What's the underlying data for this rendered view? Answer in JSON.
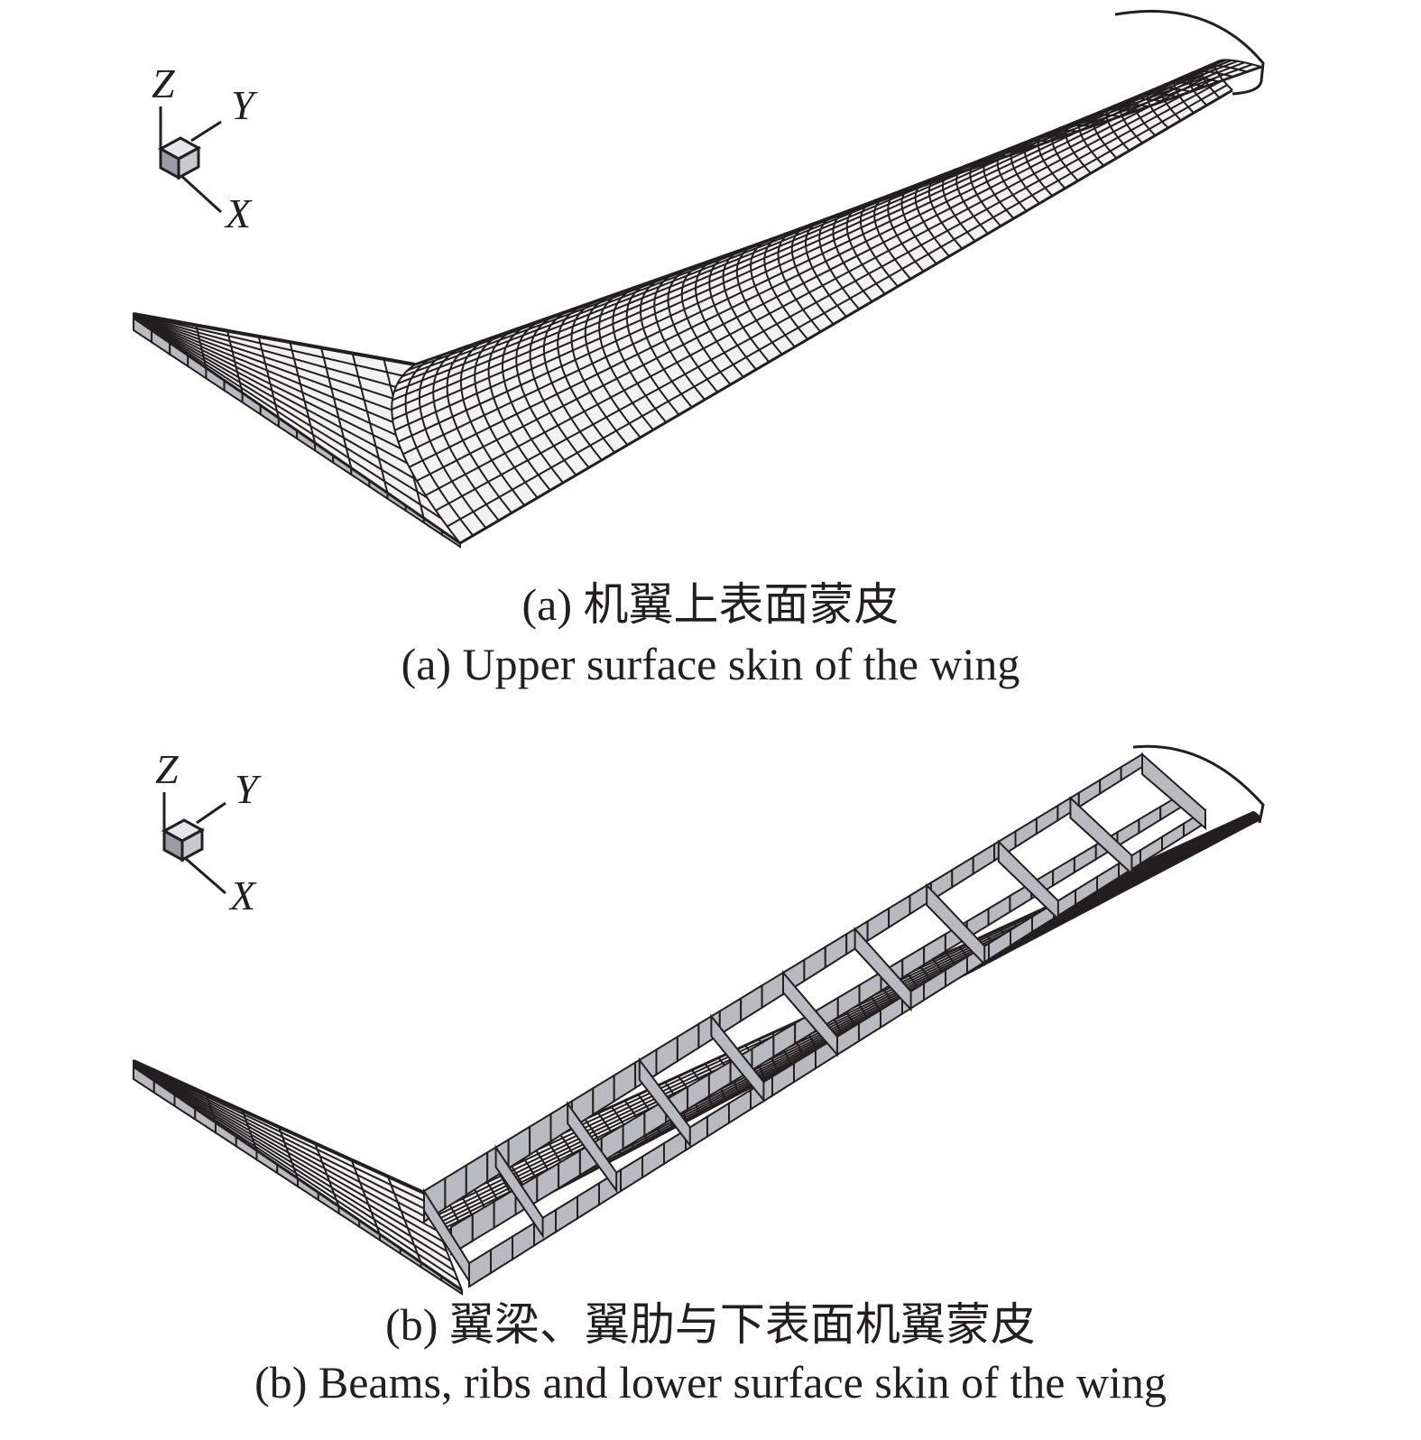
{
  "panels": [
    {
      "id": "a",
      "axes": {
        "z": "Z",
        "y": "Y",
        "x": "X"
      },
      "caption_cn": "(a) 机翼上表面蒙皮",
      "caption_en": "(a) Upper surface skin of the wing"
    },
    {
      "id": "b",
      "axes": {
        "z": "Z",
        "y": "Y",
        "x": "X"
      },
      "caption_cn": "(b) 翼梁、翼肋与下表面机翼蒙皮",
      "caption_en": "(b) Beams, ribs and lower surface skin of the wing"
    }
  ],
  "colors": {
    "line": "#231f20",
    "skin": "#f2f2f3",
    "web": "#b9b9c0",
    "background": "#ffffff"
  }
}
